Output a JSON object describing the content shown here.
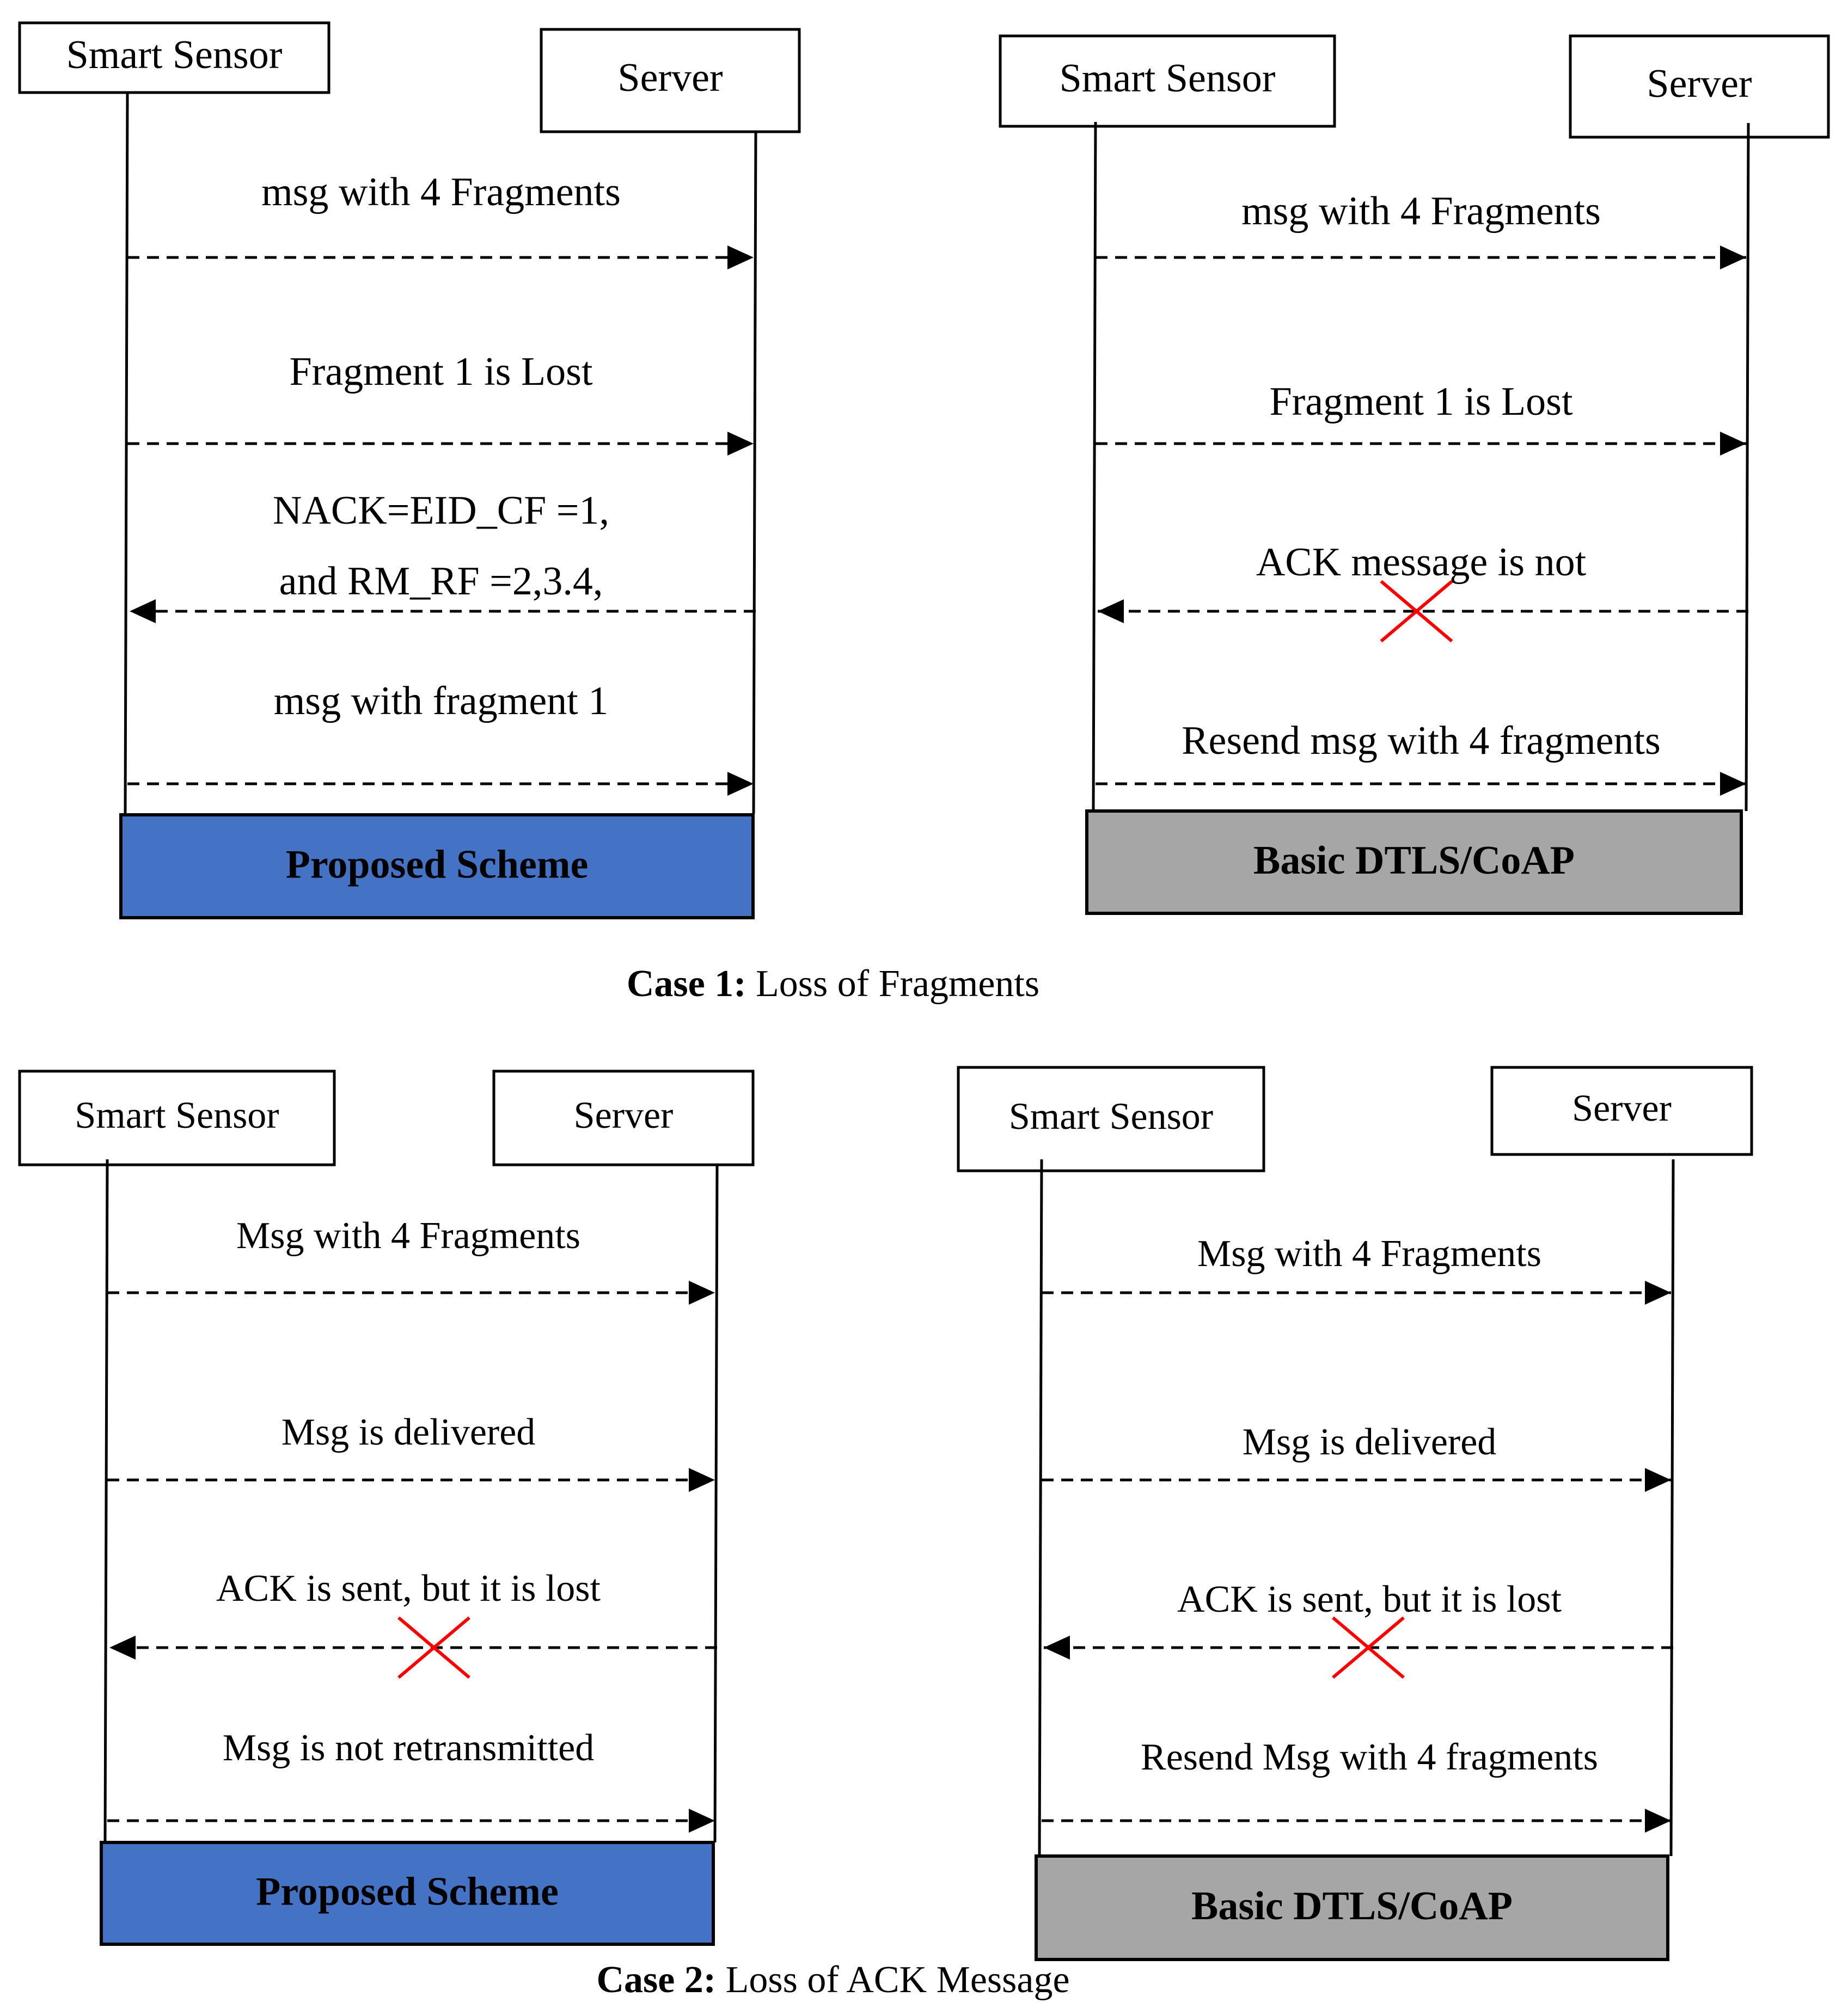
{
  "colors": {
    "proposed_scheme_fill": "#4472c4",
    "basic_dtls_fill": "#a6a6a6",
    "loss_cross": "#ff0000",
    "line": "#000000"
  },
  "panels": {
    "case1_proposed": {
      "sensor_label": "Smart Sensor",
      "server_label": "Server",
      "messages": [
        {
          "lines": [
            "msg with 4 Fragments"
          ],
          "direction": "to-server",
          "lost": false
        },
        {
          "lines": [
            "Fragment 1 is Lost"
          ],
          "direction": "to-server",
          "lost": false
        },
        {
          "lines": [
            "NACK=EID_CF =1,",
            "and RM_RF =2,3.4,"
          ],
          "direction": "to-sensor",
          "lost": false
        },
        {
          "lines": [
            "msg with fragment 1"
          ],
          "direction": "to-server",
          "lost": false
        }
      ],
      "footer_label": "Proposed Scheme",
      "footer_style": "proposed"
    },
    "case1_basic": {
      "sensor_label": "Smart Sensor",
      "server_label": "Server",
      "messages": [
        {
          "lines": [
            "msg with 4 Fragments"
          ],
          "direction": "to-server",
          "lost": false
        },
        {
          "lines": [
            "Fragment 1 is Lost"
          ],
          "direction": "to-server",
          "lost": false
        },
        {
          "lines": [
            "ACK message is not"
          ],
          "direction": "to-sensor",
          "lost": true
        },
        {
          "lines": [
            "Resend msg with 4 fragments"
          ],
          "direction": "to-server",
          "lost": false
        }
      ],
      "footer_label": "Basic DTLS/CoAP",
      "footer_style": "basic"
    },
    "case2_proposed": {
      "sensor_label": "Smart Sensor",
      "server_label": "Server",
      "messages": [
        {
          "lines": [
            "Msg with 4 Fragments"
          ],
          "direction": "to-server",
          "lost": false
        },
        {
          "lines": [
            "Msg is delivered"
          ],
          "direction": "to-server",
          "lost": false
        },
        {
          "lines": [
            "ACK is sent, but it is lost"
          ],
          "direction": "to-sensor",
          "lost": true
        },
        {
          "lines": [
            "Msg is not retransmitted"
          ],
          "direction": "to-server",
          "lost": false
        }
      ],
      "footer_label": "Proposed Scheme",
      "footer_style": "proposed"
    },
    "case2_basic": {
      "sensor_label": "Smart Sensor",
      "server_label": "Server",
      "messages": [
        {
          "lines": [
            "Msg with 4 Fragments"
          ],
          "direction": "to-server",
          "lost": false
        },
        {
          "lines": [
            "Msg is delivered"
          ],
          "direction": "to-server",
          "lost": false
        },
        {
          "lines": [
            "ACK is sent, but it is lost"
          ],
          "direction": "to-sensor",
          "lost": true
        },
        {
          "lines": [
            "Resend Msg with 4 fragments"
          ],
          "direction": "to-server",
          "lost": false
        }
      ],
      "footer_label": "Basic DTLS/CoAP",
      "footer_style": "basic"
    }
  },
  "captions": {
    "case1_bold": "Case 1:",
    "case1_text": " Loss of Fragments",
    "case2_bold": "Case 2:",
    "case2_text": " Loss of ACK Message"
  }
}
